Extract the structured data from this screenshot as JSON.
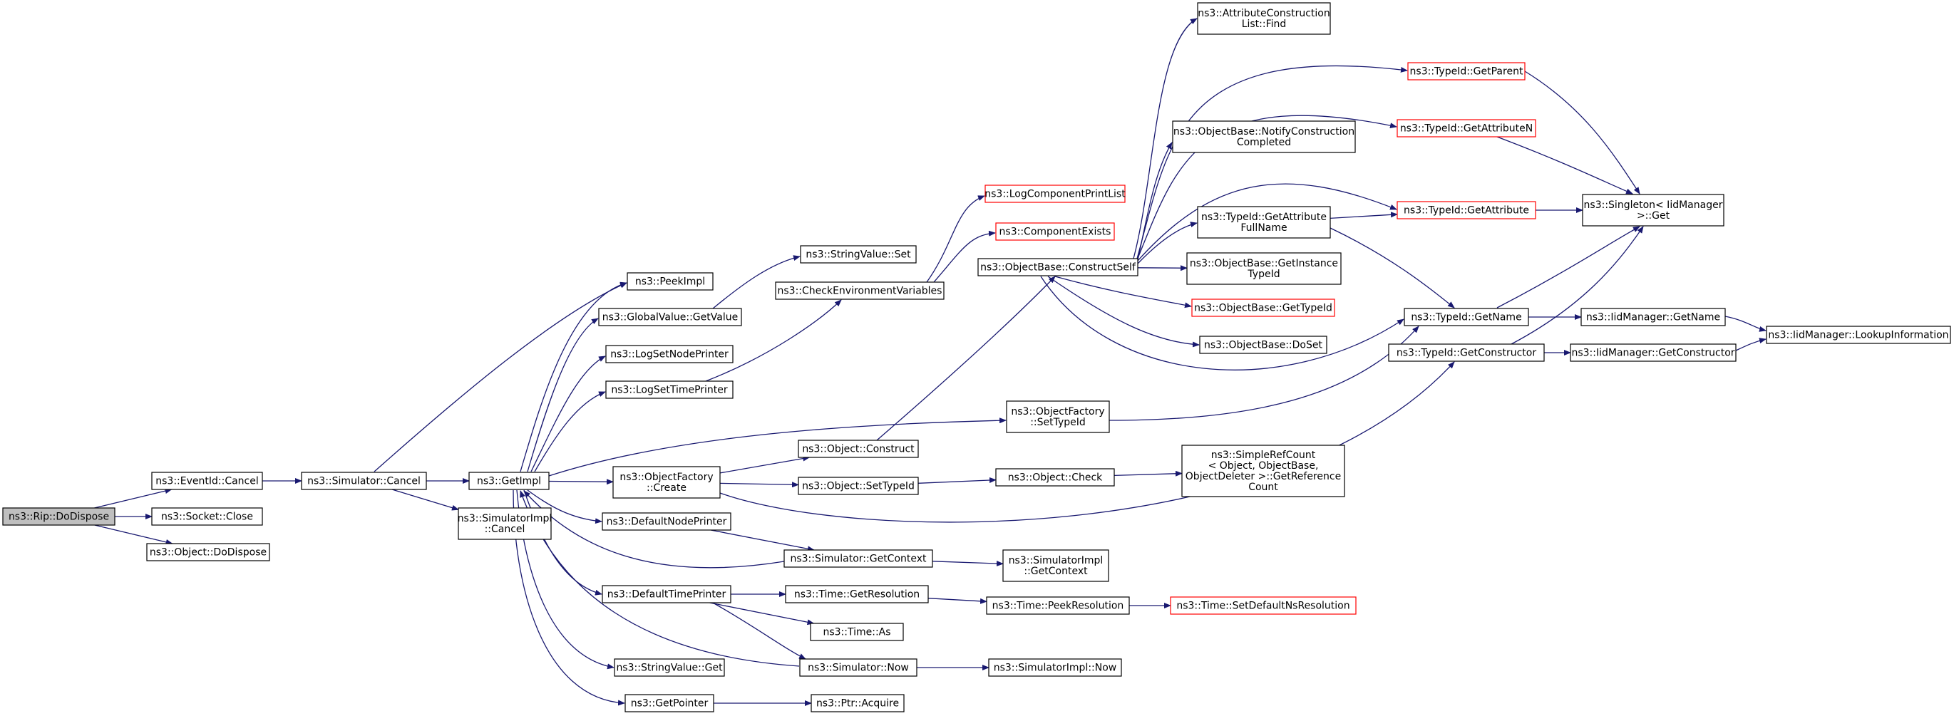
{
  "diagram": {
    "colors": {
      "edge": "#191970",
      "node_border": "#000000",
      "link_node_border": "#ff0000",
      "root_fill": "#bfbfbf",
      "node_fill": "#ffffff",
      "text": "#000000"
    },
    "nodes": [
      {
        "id": "rip_dodispose",
        "lines": [
          "ns3::Rip::DoDispose"
        ],
        "style": "root"
      },
      {
        "id": "eventid_cancel",
        "lines": [
          "ns3::EventId::Cancel"
        ],
        "style": "normal"
      },
      {
        "id": "socket_close",
        "lines": [
          "ns3::Socket::Close"
        ],
        "style": "normal"
      },
      {
        "id": "object_dodispose",
        "lines": [
          "ns3::Object::DoDispose"
        ],
        "style": "normal"
      },
      {
        "id": "simulator_cancel",
        "lines": [
          "ns3::Simulator::Cancel"
        ],
        "style": "normal"
      },
      {
        "id": "getimpl",
        "lines": [
          "ns3::GetImpl"
        ],
        "style": "normal"
      },
      {
        "id": "simulatorimpl_cancel",
        "lines": [
          "ns3::SimulatorImpl",
          "::Cancel"
        ],
        "style": "normal"
      },
      {
        "id": "peekimpl",
        "lines": [
          "ns3::PeekImpl"
        ],
        "style": "normal"
      },
      {
        "id": "globalvalue_getvalue",
        "lines": [
          "ns3::GlobalValue::GetValue"
        ],
        "style": "normal"
      },
      {
        "id": "logsetnodeprinter",
        "lines": [
          "ns3::LogSetNodePrinter"
        ],
        "style": "normal"
      },
      {
        "id": "logsettimeprinter",
        "lines": [
          "ns3::LogSetTimePrinter"
        ],
        "style": "normal"
      },
      {
        "id": "objectfactory_create",
        "lines": [
          "ns3::ObjectFactory",
          "::Create"
        ],
        "style": "normal"
      },
      {
        "id": "defaultnodeprinter",
        "lines": [
          "ns3::DefaultNodePrinter"
        ],
        "style": "normal"
      },
      {
        "id": "defaulttimeprinter",
        "lines": [
          "ns3::DefaultTimePrinter"
        ],
        "style": "normal"
      },
      {
        "id": "stringvalue_get",
        "lines": [
          "ns3::StringValue::Get"
        ],
        "style": "normal"
      },
      {
        "id": "getpointer",
        "lines": [
          "ns3::GetPointer"
        ],
        "style": "normal"
      },
      {
        "id": "stringvalue_set",
        "lines": [
          "ns3::StringValue::Set"
        ],
        "style": "normal"
      },
      {
        "id": "checkenvvars",
        "lines": [
          "ns3::CheckEnvironmentVariables"
        ],
        "style": "normal"
      },
      {
        "id": "object_construct",
        "lines": [
          "ns3::Object::Construct"
        ],
        "style": "normal"
      },
      {
        "id": "object_settypeid",
        "lines": [
          "ns3::Object::SetTypeId"
        ],
        "style": "normal"
      },
      {
        "id": "simulator_getcontext",
        "lines": [
          "ns3::Simulator::GetContext"
        ],
        "style": "normal"
      },
      {
        "id": "time_getresolution",
        "lines": [
          "ns3::Time::GetResolution"
        ],
        "style": "normal"
      },
      {
        "id": "time_as",
        "lines": [
          "ns3::Time::As"
        ],
        "style": "normal"
      },
      {
        "id": "simulator_now",
        "lines": [
          "ns3::Simulator::Now"
        ],
        "style": "normal"
      },
      {
        "id": "ptr_acquire",
        "lines": [
          "ns3::Ptr::Acquire"
        ],
        "style": "normal"
      },
      {
        "id": "logcomponentprintlist",
        "lines": [
          "ns3::LogComponentPrintList"
        ],
        "style": "link"
      },
      {
        "id": "componentexists",
        "lines": [
          "ns3::ComponentExists"
        ],
        "style": "link"
      },
      {
        "id": "objectbase_constructself",
        "lines": [
          "ns3::ObjectBase::ConstructSelf"
        ],
        "style": "normal"
      },
      {
        "id": "objectfactory_settypeid",
        "lines": [
          "ns3::ObjectFactory",
          "::SetTypeId"
        ],
        "style": "normal"
      },
      {
        "id": "object_check",
        "lines": [
          "ns3::Object::Check"
        ],
        "style": "normal"
      },
      {
        "id": "simulatorimpl_getcontext",
        "lines": [
          "ns3::SimulatorImpl",
          "::GetContext"
        ],
        "style": "normal"
      },
      {
        "id": "time_peekresolution",
        "lines": [
          "ns3::Time::PeekResolution"
        ],
        "style": "normal"
      },
      {
        "id": "simulatorimpl_now",
        "lines": [
          "ns3::SimulatorImpl::Now"
        ],
        "style": "normal"
      },
      {
        "id": "attrconstructionlist_find",
        "lines": [
          "ns3::AttributeConstruction",
          "List::Find"
        ],
        "style": "normal"
      },
      {
        "id": "objectbase_notifyconstructioncompleted",
        "lines": [
          "ns3::ObjectBase::NotifyConstruction",
          "Completed"
        ],
        "style": "normal"
      },
      {
        "id": "typeid_getattributefullname",
        "lines": [
          "ns3::TypeId::GetAttribute",
          "FullName"
        ],
        "style": "normal"
      },
      {
        "id": "objectbase_getinstancetypeid",
        "lines": [
          "ns3::ObjectBase::GetInstance",
          "TypeId"
        ],
        "style": "normal"
      },
      {
        "id": "objectbase_gettypeid",
        "lines": [
          "ns3::ObjectBase::GetTypeId"
        ],
        "style": "link"
      },
      {
        "id": "objectbase_doset",
        "lines": [
          "ns3::ObjectBase::DoSet"
        ],
        "style": "normal"
      },
      {
        "id": "simplerefcount_getreferencecount",
        "lines": [
          "ns3::SimpleRefCount",
          "< Object, ObjectBase,",
          "ObjectDeleter >::GetReference",
          "Count"
        ],
        "style": "normal"
      },
      {
        "id": "time_setdefaultnsresolution",
        "lines": [
          "ns3::Time::SetDefaultNsResolution"
        ],
        "style": "link"
      },
      {
        "id": "typeid_getparent",
        "lines": [
          "ns3::TypeId::GetParent"
        ],
        "style": "link"
      },
      {
        "id": "typeid_getattributen",
        "lines": [
          "ns3::TypeId::GetAttributeN"
        ],
        "style": "link"
      },
      {
        "id": "typeid_getattribute",
        "lines": [
          "ns3::TypeId::GetAttribute"
        ],
        "style": "link"
      },
      {
        "id": "typeid_getname",
        "lines": [
          "ns3::TypeId::GetName"
        ],
        "style": "normal"
      },
      {
        "id": "typeid_getconstructor",
        "lines": [
          "ns3::TypeId::GetConstructor"
        ],
        "style": "normal"
      },
      {
        "id": "singleton_get",
        "lines": [
          "ns3::Singleton< IidManager",
          " >::Get"
        ],
        "style": "normal"
      },
      {
        "id": "iidmanager_getname",
        "lines": [
          "ns3::IidManager::GetName"
        ],
        "style": "normal"
      },
      {
        "id": "iidmanager_getconstructor",
        "lines": [
          "ns3::IidManager::GetConstructor"
        ],
        "style": "normal"
      },
      {
        "id": "iidmanager_lookupinformation",
        "lines": [
          "ns3::IidManager::LookupInformation"
        ],
        "style": "normal"
      }
    ],
    "edges": [
      [
        "rip_dodispose",
        "eventid_cancel"
      ],
      [
        "rip_dodispose",
        "socket_close"
      ],
      [
        "rip_dodispose",
        "object_dodispose"
      ],
      [
        "eventid_cancel",
        "simulator_cancel"
      ],
      [
        "simulator_cancel",
        "getimpl"
      ],
      [
        "simulator_cancel",
        "simulatorimpl_cancel"
      ],
      [
        "simulator_cancel",
        "peekimpl"
      ],
      [
        "getimpl",
        "peekimpl"
      ],
      [
        "getimpl",
        "globalvalue_getvalue"
      ],
      [
        "getimpl",
        "logsetnodeprinter"
      ],
      [
        "getimpl",
        "logsettimeprinter"
      ],
      [
        "getimpl",
        "objectfactory_create"
      ],
      [
        "getimpl",
        "defaultnodeprinter"
      ],
      [
        "getimpl",
        "defaulttimeprinter"
      ],
      [
        "getimpl",
        "stringvalue_get"
      ],
      [
        "getimpl",
        "getpointer"
      ],
      [
        "getimpl",
        "objectfactory_settypeid"
      ],
      [
        "globalvalue_getvalue",
        "stringvalue_set"
      ],
      [
        "logsettimeprinter",
        "checkenvvars"
      ],
      [
        "checkenvvars",
        "logcomponentprintlist"
      ],
      [
        "checkenvvars",
        "componentexists"
      ],
      [
        "objectfactory_create",
        "object_construct"
      ],
      [
        "objectfactory_create",
        "object_settypeid"
      ],
      [
        "objectfactory_create",
        "typeid_getconstructor"
      ],
      [
        "object_construct",
        "objectbase_constructself"
      ],
      [
        "object_settypeid",
        "object_check"
      ],
      [
        "object_check",
        "simplerefcount_getreferencecount"
      ],
      [
        "defaultnodeprinter",
        "simulator_getcontext"
      ],
      [
        "simulator_getcontext",
        "getimpl"
      ],
      [
        "simulator_getcontext",
        "simulatorimpl_getcontext"
      ],
      [
        "defaulttimeprinter",
        "time_getresolution"
      ],
      [
        "defaulttimeprinter",
        "time_as"
      ],
      [
        "defaulttimeprinter",
        "simulator_now"
      ],
      [
        "time_getresolution",
        "time_peekresolution"
      ],
      [
        "time_peekresolution",
        "time_setdefaultnsresolution"
      ],
      [
        "simulator_now",
        "getimpl"
      ],
      [
        "simulator_now",
        "simulatorimpl_now"
      ],
      [
        "getpointer",
        "ptr_acquire"
      ],
      [
        "objectfactory_settypeid",
        "typeid_getname"
      ],
      [
        "objectbase_constructself",
        "attrconstructionlist_find"
      ],
      [
        "objectbase_constructself",
        "typeid_getparent"
      ],
      [
        "objectbase_constructself",
        "typeid_getattributen"
      ],
      [
        "objectbase_constructself",
        "objectbase_notifyconstructioncompleted"
      ],
      [
        "objectbase_constructself",
        "typeid_getattribute"
      ],
      [
        "objectbase_constructself",
        "typeid_getattributefullname"
      ],
      [
        "objectbase_constructself",
        "objectbase_getinstancetypeid"
      ],
      [
        "objectbase_constructself",
        "objectbase_gettypeid"
      ],
      [
        "objectbase_constructself",
        "objectbase_doset"
      ],
      [
        "objectbase_constructself",
        "typeid_getname"
      ],
      [
        "typeid_getattributefullname",
        "typeid_getattribute"
      ],
      [
        "typeid_getattributefullname",
        "typeid_getname"
      ],
      [
        "typeid_getparent",
        "singleton_get"
      ],
      [
        "typeid_getattributen",
        "singleton_get"
      ],
      [
        "typeid_getattribute",
        "singleton_get"
      ],
      [
        "typeid_getname",
        "singleton_get"
      ],
      [
        "typeid_getname",
        "iidmanager_getname"
      ],
      [
        "typeid_getconstructor",
        "singleton_get"
      ],
      [
        "typeid_getconstructor",
        "iidmanager_getconstructor"
      ],
      [
        "iidmanager_getname",
        "iidmanager_lookupinformation"
      ],
      [
        "iidmanager_getconstructor",
        "iidmanager_lookupinformation"
      ]
    ]
  }
}
